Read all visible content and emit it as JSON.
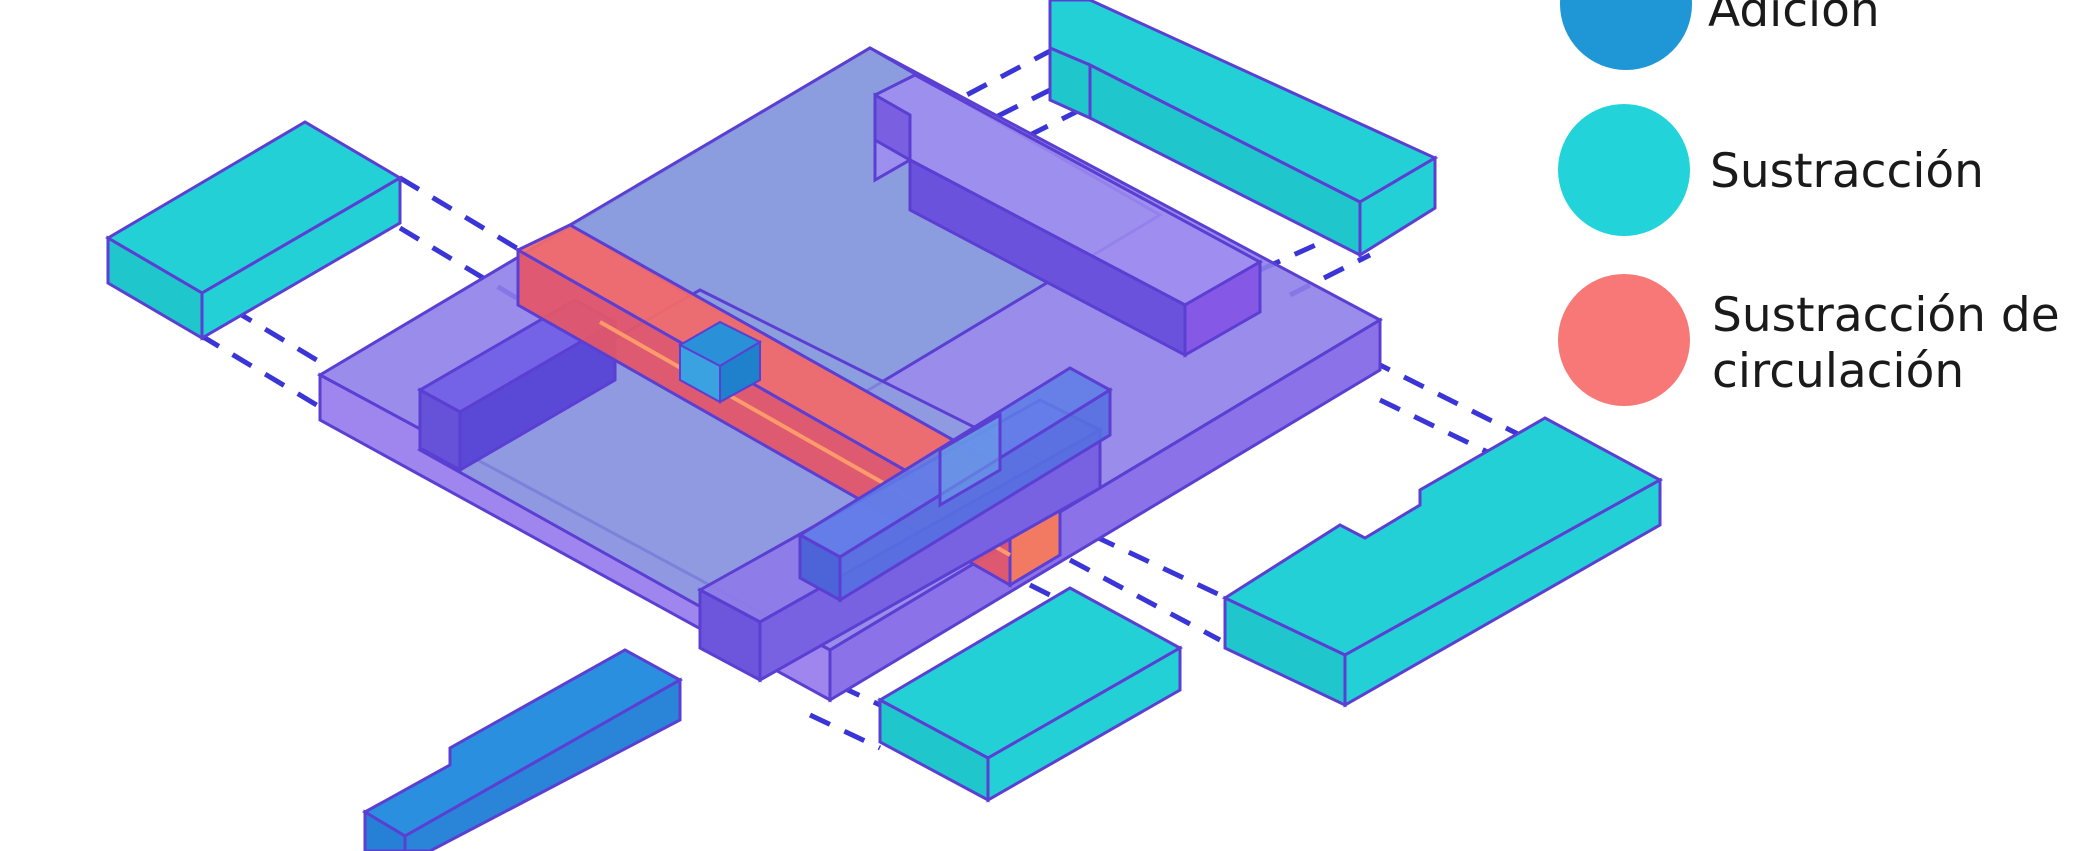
{
  "colors": {
    "adicion": "#1f96d6",
    "sustraccion": "#22d3d9",
    "sustraccion_circulacion": "#f87878",
    "base_volume": "#8e7fe6",
    "outline": "#5b3fd3"
  },
  "legend": {
    "items": [
      {
        "label": "Adición",
        "color": "#1f96d6",
        "icon": "blue-circle"
      },
      {
        "label": "Sustracción",
        "color": "#22d3d9",
        "icon": "cyan-circle"
      },
      {
        "label": "Sustracción de circulación",
        "line1": "Sustracción de",
        "line2": "circulación",
        "color": "#f87878",
        "icon": "red-circle"
      }
    ]
  }
}
